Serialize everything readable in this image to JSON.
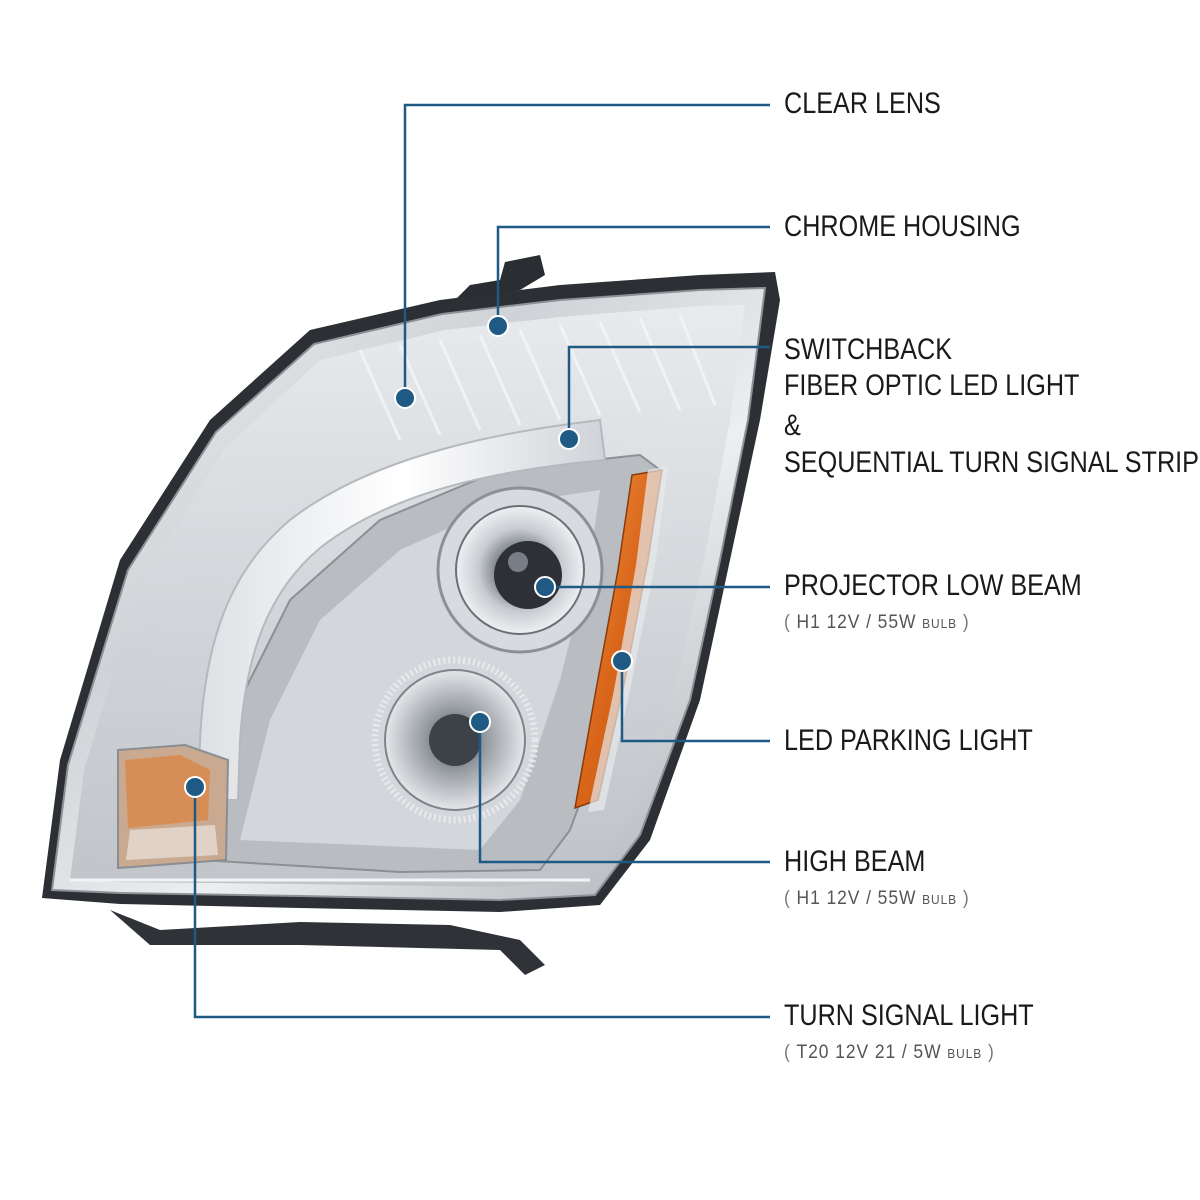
{
  "callouts": {
    "clear_lens": {
      "title": "CLEAR LENS"
    },
    "chrome_housing": {
      "title": "CHROME HOUSING"
    },
    "switchback": {
      "line1": "SWITCHBACK",
      "line2": "FIBER OPTIC LED LIGHT",
      "line3": "&",
      "line4": "SEQUENTIAL TURN SIGNAL STRIP"
    },
    "projector_low_beam": {
      "title": "PROJECTOR LOW BEAM",
      "spec": "H1  12V / 55W",
      "bulb": "BULB"
    },
    "led_parking_light": {
      "title": "LED PARKING LIGHT"
    },
    "high_beam": {
      "title": "HIGH BEAM",
      "spec": "H1  12V / 55W",
      "bulb": "BULB"
    },
    "turn_signal_light": {
      "title": "TURN SIGNAL LIGHT",
      "spec": "T20  12V 21 / 5W",
      "bulb": "BULB"
    }
  },
  "colors": {
    "leader_line": "#1f5a85",
    "dot": "#1f5a85",
    "amber": "#d9661a",
    "chrome": "#c9ccd0"
  },
  "icons": {
    "headlight": "headlight-assembly-illustration"
  }
}
